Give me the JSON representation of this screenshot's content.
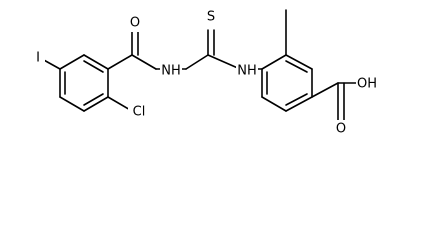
{
  "molecule": {
    "atom_labels": {
      "iodine": "I",
      "carbonyl_oxygen": "O",
      "amide_nh": "NH",
      "thione_sulfur": "S",
      "thiourea_nh": "NH",
      "chlorine": "Cl",
      "carboxylic_acid": "OH",
      "acid_carbonyl_oxygen": "O"
    },
    "colors": {
      "bond": "#000000",
      "label": "#000000",
      "background": "#ffffff"
    }
  }
}
